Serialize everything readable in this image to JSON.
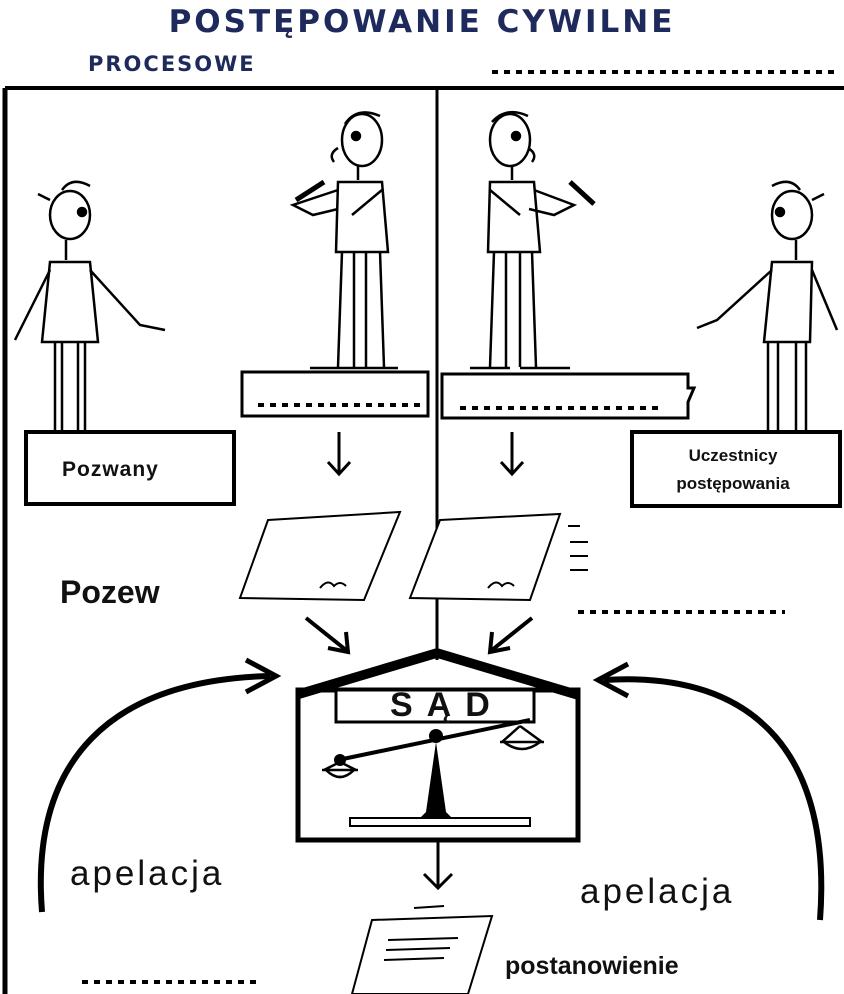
{
  "title": "POSTĘPOWANIE CYWILNE",
  "subtitle": "PROCESOWE",
  "labels": {
    "defendant": "Pozwany",
    "participants": "Uczestnicy postępowania",
    "lawsuit": "Pozew",
    "court": "SĄD",
    "appeal_left": "apelacja",
    "appeal_right": "apelacja",
    "decision": "postanowienie"
  }
}
